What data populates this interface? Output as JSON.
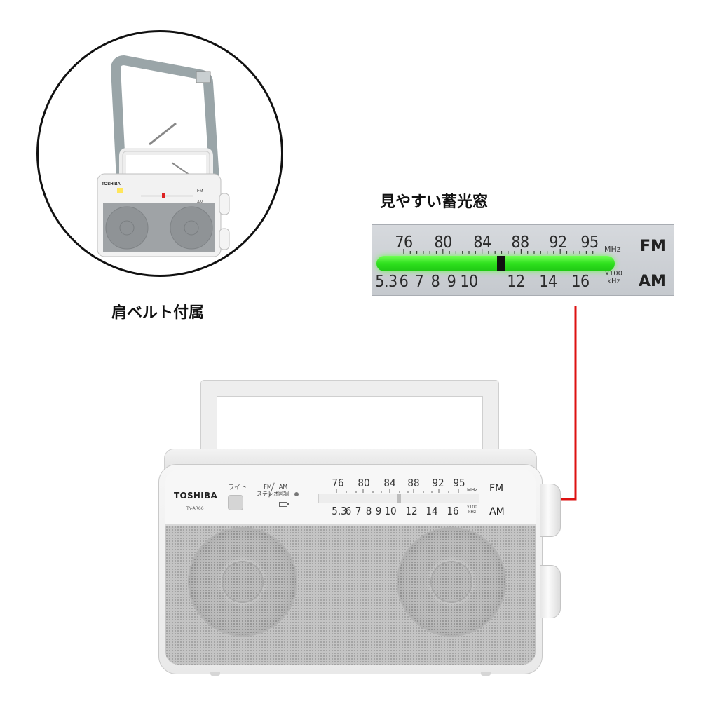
{
  "inset": {
    "caption": "肩ベルト付属",
    "brand": "TOSHIBA",
    "fm_label": "FM",
    "am_label": "AM"
  },
  "zoom": {
    "caption": "見やすい蓄光窓",
    "fm_scale": [
      "76",
      "80",
      "84",
      "88",
      "92",
      "95"
    ],
    "fm_unit": "MHz",
    "fm_band": "FM",
    "am_scale": [
      "5.3",
      "6",
      "7",
      "8",
      "9",
      "10",
      "12",
      "14",
      "16"
    ],
    "am_unit_top": "x100",
    "am_unit_bottom": "kHz",
    "am_band": "AM"
  },
  "radio": {
    "brand": "TOSHIBA",
    "model": "TY-AR66",
    "light_label": "ライト",
    "fm_stereo_top": "FM",
    "fm_stereo_bottom": "ステレオ",
    "am_tuning_top": "AM",
    "am_tuning_bottom": "同調",
    "fm_scale": [
      "76",
      "80",
      "84",
      "88",
      "92",
      "95"
    ],
    "fm_unit": "MHz",
    "fm_band": "FM",
    "am_scale": [
      "5.3",
      "6",
      "7",
      "8",
      "9",
      "10",
      "12",
      "14",
      "16"
    ],
    "am_unit_top": "x100",
    "am_unit_bottom": "kHz",
    "am_band": "AM"
  },
  "colors": {
    "glow": "#2ee01d",
    "connector": "#dd1111"
  }
}
